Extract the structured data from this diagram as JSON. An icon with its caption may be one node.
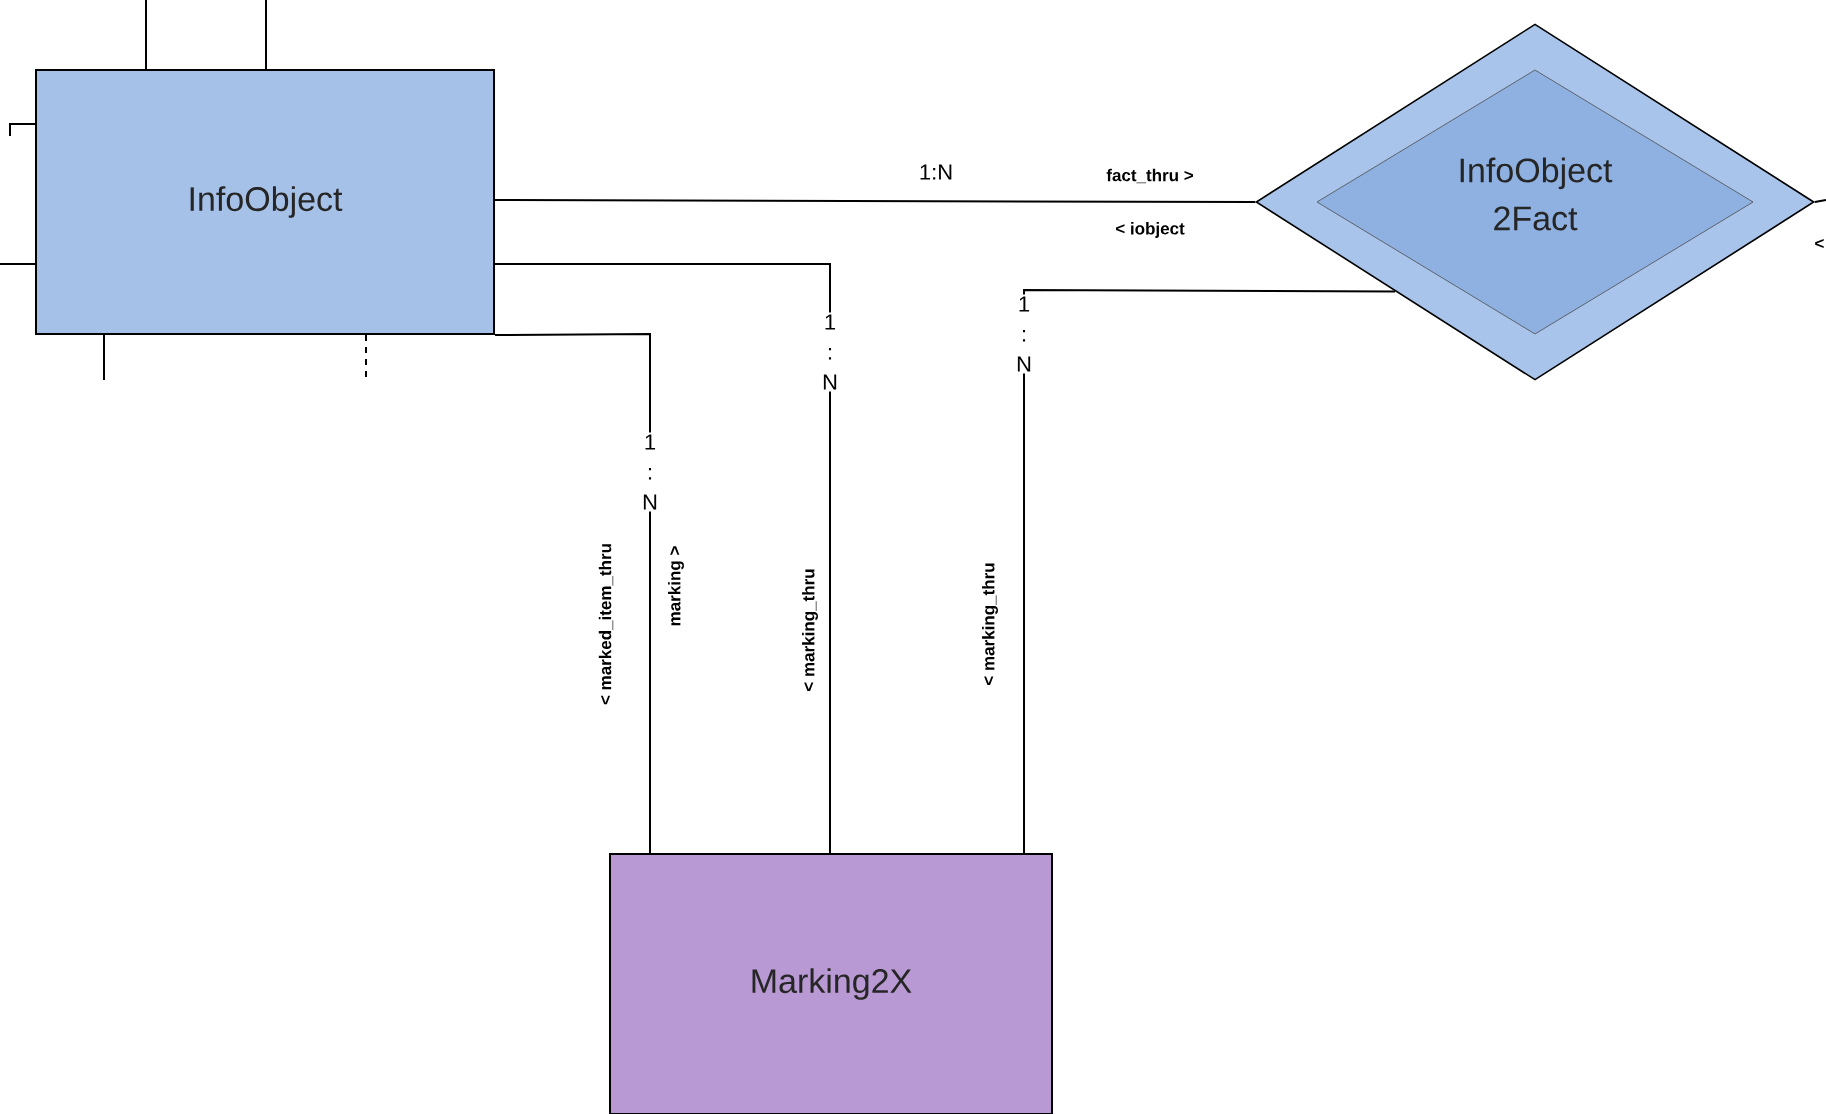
{
  "diagram": {
    "nodes": [
      {
        "text": [
          "InfoObject"
        ]
      },
      {
        "text": [
          "InfoObject 2Fact"
        ]
      },
      {
        "text": [
          "Marking2X"
        ]
      }
    ],
    "edges": [
      {
        "from": 0,
        "to": 1,
        "arrow": "none",
        "label": "1:N"
      },
      {
        "from": 0,
        "to": 2,
        "arrow": "none",
        "label": "1 : N"
      },
      {
        "from": 0,
        "to": 2,
        "arrow": "none",
        "label": "1 : N"
      },
      {
        "from": 1,
        "to": 2,
        "arrow": "none",
        "label": "1 : N"
      },
      {
        "from": 0,
        "to": null,
        "arrow": "none"
      },
      {
        "from": 0,
        "to": null,
        "arrow": "none"
      },
      {
        "from": 0,
        "to": null,
        "arrow": "none"
      },
      {
        "from": 0,
        "to": null,
        "arrow": "none"
      },
      {
        "from": 0,
        "to": null,
        "arrow": "none"
      },
      {
        "from": 0,
        "to": null,
        "arrow": "none",
        "style": "dashed"
      },
      {
        "from": 1,
        "to": null,
        "arrow": "none",
        "label": "<"
      }
    ],
    "labels": [
      "fact_thru >",
      "< iobject",
      "< marked_item_thru",
      "marking >",
      "< marking_thru",
      "< marking_thru"
    ]
  }
}
